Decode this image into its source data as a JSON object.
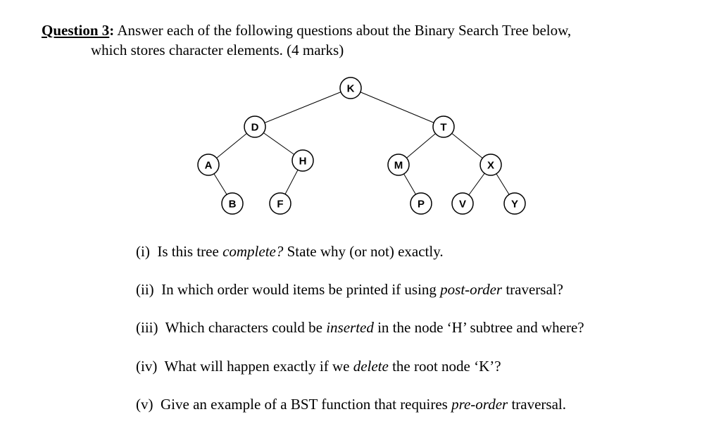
{
  "question": {
    "label": "Question 3",
    "colon": ":",
    "intro_1": " Answer each of the following questions about the Binary Search Tree below,",
    "intro_2": "which stores character elements.  (4 marks)"
  },
  "tree": {
    "nodes": [
      {
        "id": "K",
        "label": "K"
      },
      {
        "id": "D",
        "label": "D"
      },
      {
        "id": "T",
        "label": "T"
      },
      {
        "id": "A",
        "label": "A"
      },
      {
        "id": "H",
        "label": "H"
      },
      {
        "id": "M",
        "label": "M"
      },
      {
        "id": "X",
        "label": "X"
      },
      {
        "id": "B",
        "label": "B"
      },
      {
        "id": "F",
        "label": "F"
      },
      {
        "id": "P",
        "label": "P"
      },
      {
        "id": "V",
        "label": "V"
      },
      {
        "id": "Y",
        "label": "Y"
      }
    ],
    "edges": [
      [
        "K",
        "D"
      ],
      [
        "K",
        "T"
      ],
      [
        "D",
        "A"
      ],
      [
        "D",
        "H"
      ],
      [
        "A",
        "B"
      ],
      [
        "H",
        "F"
      ],
      [
        "T",
        "M"
      ],
      [
        "T",
        "X"
      ],
      [
        "M",
        "P"
      ],
      [
        "X",
        "V"
      ],
      [
        "X",
        "Y"
      ]
    ]
  },
  "subquestions": [
    {
      "num": "(i)",
      "pre": "Is this tree ",
      "em": "complete?",
      "post": " State why (or not) exactly."
    },
    {
      "num": "(ii)",
      "pre": "In which order would items be printed if using ",
      "em": "post-order",
      "post": " traversal?"
    },
    {
      "num": "(iii)",
      "pre": "Which characters could be ",
      "em": "inserted",
      "post": " in the node ‘H’ subtree and where?"
    },
    {
      "num": "(iv)",
      "pre": "What will happen exactly if we ",
      "em": "delete",
      "post": " the root node ‘K’?"
    },
    {
      "num": "(v)",
      "pre": "Give an example of a BST function that requires ",
      "em": "pre-order",
      "post": " traversal."
    }
  ]
}
